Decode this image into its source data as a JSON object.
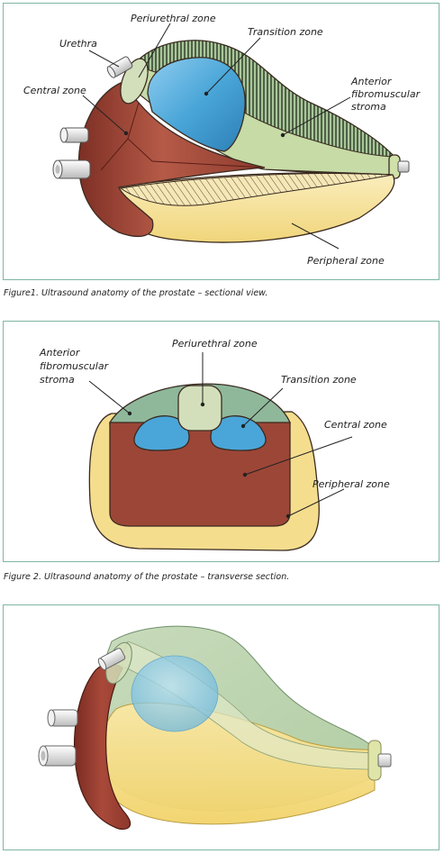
{
  "figure1": {
    "labels": {
      "periurethral": "Periurethral zone",
      "urethra": "Urethra",
      "transition": "Transition zone",
      "central": "Central zone",
      "anterior_1": "Anterior",
      "anterior_2": "fibromuscular",
      "anterior_3": "stroma",
      "peripheral": "Peripheral zone"
    },
    "caption": "Figure1.  Ultrasound anatomy of the prostate – sectional view."
  },
  "figure2": {
    "labels": {
      "anterior_1": "Anterior",
      "anterior_2": "fibromuscular",
      "anterior_3": "stroma",
      "periurethral": "Periurethral zone",
      "transition": "Transition zone",
      "central": "Central zone",
      "peripheral": "Peripheral zone"
    },
    "caption": "Figure 2.  Ultrasound anatomy of the prostate – transverse section."
  },
  "colors": {
    "panel_border": "#7fb7a2",
    "central_zone": "#9c4637",
    "transition_zone": "#4aa6d8",
    "peripheral_zone": "#f5dd8e",
    "anterior_stroma": "#8fb89b",
    "periurethral_zone": "#d3dfba"
  }
}
